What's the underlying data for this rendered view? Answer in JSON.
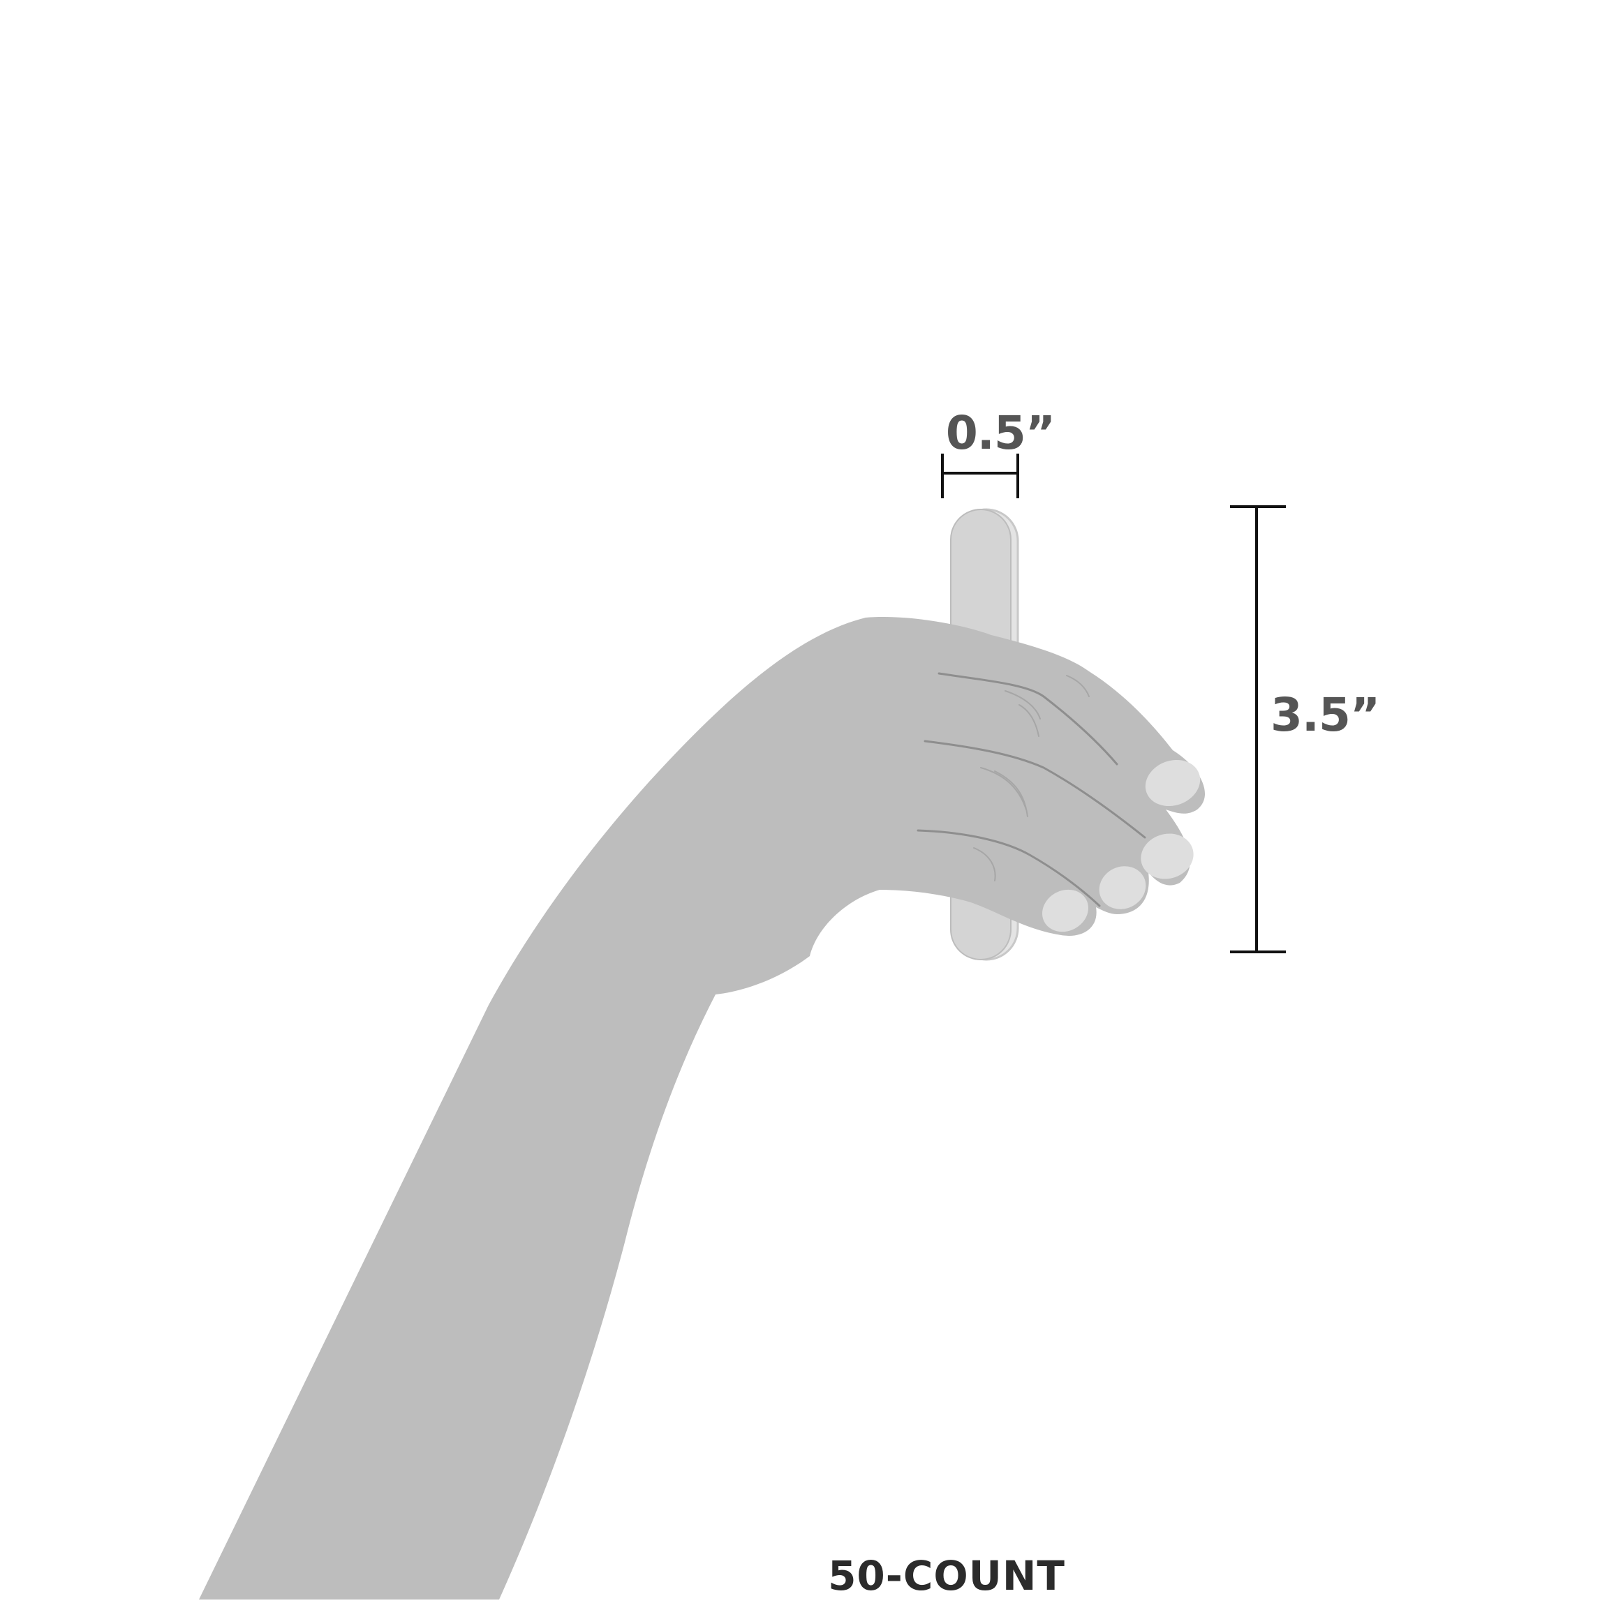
{
  "dimensions": {
    "width_label": "0.5”",
    "height_label": "3.5”"
  },
  "footer": {
    "count_label": "50-COUNT"
  },
  "colors": {
    "background": "#ffffff",
    "hand": "#bdbdbd",
    "nail": "#dedede",
    "file": "#d4d4d4",
    "dimension_line": "#111111",
    "dimension_text": "#555555",
    "count_text": "#2b2b2b"
  }
}
